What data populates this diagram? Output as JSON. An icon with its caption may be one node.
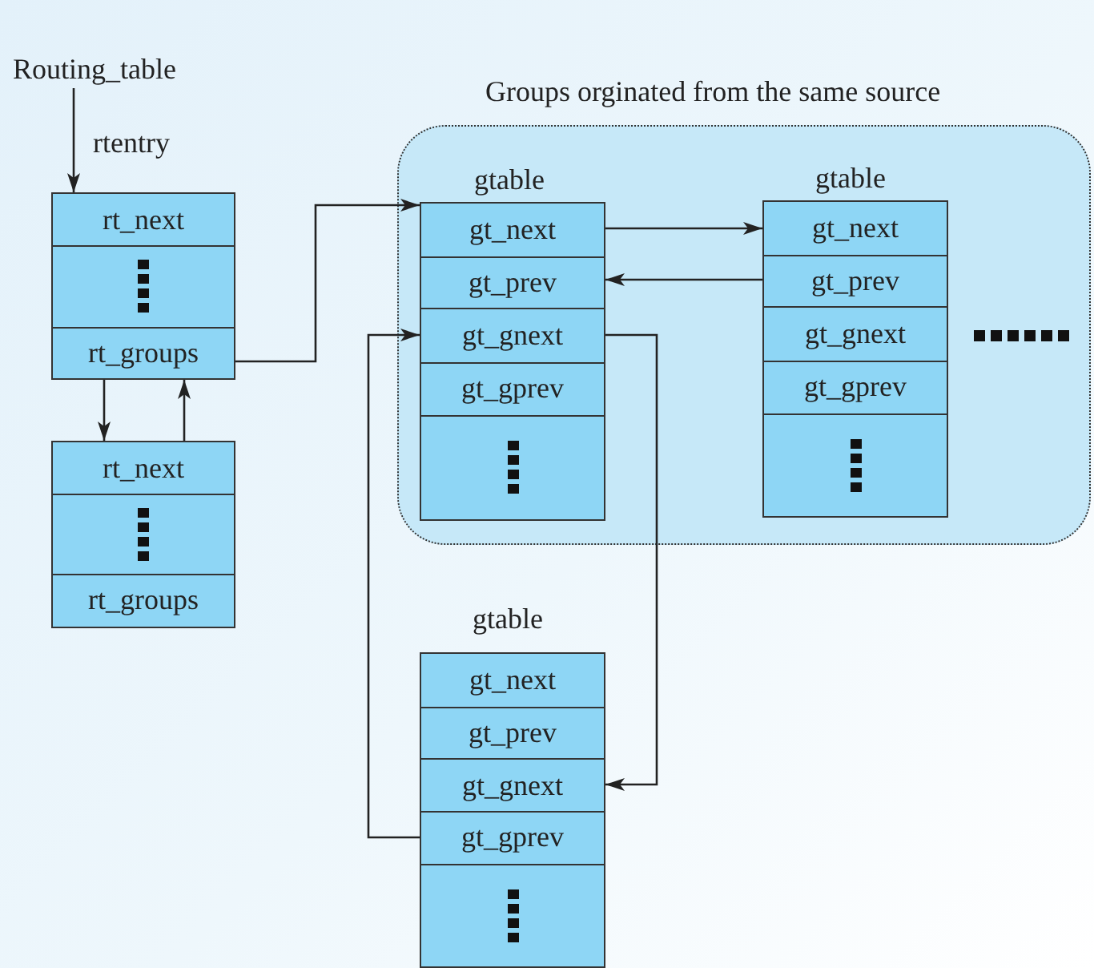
{
  "diagram": {
    "nodes": [
      {
        "text": [
          "Routing_table"
        ]
      },
      {
        "text": [
          "rtentry"
        ]
      },
      {
        "text": [
          "rt_next"
        ],
        "in": 1
      },
      {
        "text": [],
        "shape": "box",
        "in": 1
      },
      {
        "text": [
          "rt_groups"
        ],
        "in": 1
      },
      {
        "text": [],
        "shape": "box"
      },
      {
        "text": [
          "rt_next"
        ],
        "in": 5
      },
      {
        "text": [],
        "shape": "box",
        "in": 5
      },
      {
        "text": [
          "rt_groups"
        ],
        "in": 5
      },
      {
        "text": [
          "Groups orginated from the same source"
        ]
      },
      {
        "text": [
          "gtable"
        ],
        "in": 9
      },
      {
        "text": [
          "gt_next"
        ],
        "in": 10
      },
      {
        "text": [
          "gt_prev"
        ],
        "in": 10
      },
      {
        "text": [
          "gt_gnext"
        ],
        "in": 10
      },
      {
        "text": [
          "gt_gprev"
        ],
        "in": 10
      },
      {
        "text": [],
        "shape": "box",
        "in": 10
      },
      {
        "text": [
          "gtable"
        ],
        "in": 9
      },
      {
        "text": [
          "gt_next"
        ],
        "in": 16
      },
      {
        "text": [
          "gt_prev"
        ],
        "in": 16
      },
      {
        "text": [
          "gt_gnext"
        ],
        "in": 16
      },
      {
        "text": [
          "gt_gprev"
        ],
        "in": 16
      },
      {
        "text": [],
        "shape": "box",
        "in": 16
      },
      {
        "text": [
          "gtable"
        ]
      },
      {
        "text": [
          "gt_next"
        ],
        "in": 22
      },
      {
        "text": [
          "gt_prev"
        ],
        "in": 22
      },
      {
        "text": [
          "gt_gnext"
        ],
        "in": 22
      },
      {
        "text": [
          "gt_gprev"
        ],
        "in": 22
      },
      {
        "text": [],
        "shape": "box",
        "in": 22
      }
    ],
    "edges": [
      {
        "from": 0,
        "to": 2,
        "arrow": "to"
      },
      {
        "from": 4,
        "to": 6,
        "arrow": "to"
      },
      {
        "from": 6,
        "to": 4,
        "arrow": "to"
      },
      {
        "from": 4,
        "to": 11,
        "arrow": "to"
      },
      {
        "from": 11,
        "to": 17,
        "arrow": "to"
      },
      {
        "from": 18,
        "to": 12,
        "arrow": "to"
      },
      {
        "from": 13,
        "to": 25,
        "arrow": "to"
      },
      {
        "from": 26,
        "to": 13,
        "arrow": "to"
      }
    ]
  }
}
